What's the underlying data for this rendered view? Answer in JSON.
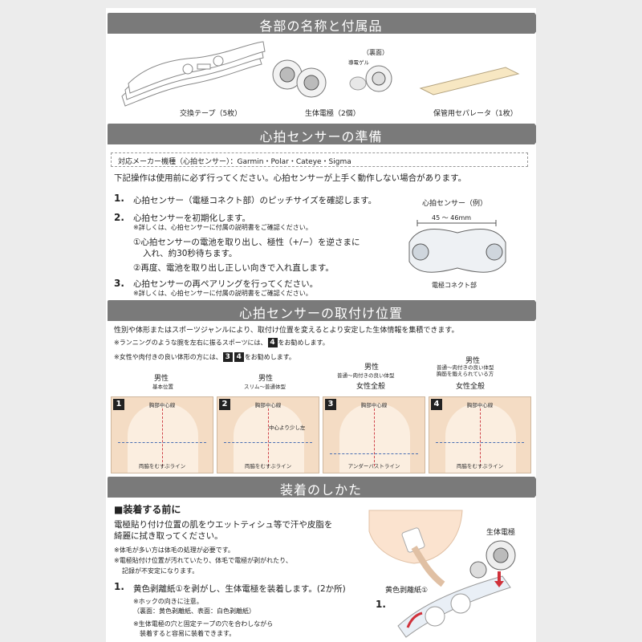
{
  "section1": {
    "title": "各部の名称と付属品",
    "items": [
      {
        "label": "交換テープ（5枚）"
      },
      {
        "label": "生体電極（2個）"
      },
      {
        "label": "保管用セパレータ（1枚）"
      }
    ],
    "back_label": "（裏面）",
    "gel_label": "導電ゲル"
  },
  "section2": {
    "title": "心拍センサーの準備",
    "makers": "対応メーカー機種（心拍センサー）：Garmin・Polar・Cateye・Sigma",
    "intro": "下記操作は使用前に必ず行ってください。心拍センサーが上手く動作しない場合があります。",
    "steps": [
      {
        "num": "1.",
        "text": "心拍センサー（電極コネクト部）のピッチサイズを確認します。"
      },
      {
        "num": "2.",
        "text": "心拍センサーを初期化します。",
        "note": "※詳しくは、心拍センサーに付属の説明書をご確認ください。",
        "sub1a": "①心拍センサーの電池を取り出し、極性（+/−）を逆さまに",
        "sub1b": "入れ、約30秒待ちます。",
        "sub2": "②再度、電池を取り出し正しい向きで入れ直します。"
      },
      {
        "num": "3.",
        "text": "心拍センサーの再ペアリングを行ってください。",
        "note": "※詳しくは、心拍センサーに付属の説明書をご確認ください。"
      }
    ],
    "sensor_title": "心拍センサー（例）",
    "pitch": "45 ～ 46mm",
    "connect_label": "電極コネクト部"
  },
  "section3": {
    "title": "心拍センサーの取付け位置",
    "intro": "性別や体形またはスポーツジャンルにより、取付け位置を変えるとより安定した生体情報を集積できます。",
    "note1_pre": "※ランニングのような腕を左右に振るスポーツには、",
    "note1_badge": "4",
    "note1_post": "をお勧めします。",
    "note2_pre": "※女性や肉付きの良い体形の方には、",
    "note2_badge_a": "3",
    "note2_badge_b": "4",
    "note2_post": "をお勧めします。",
    "panels": [
      {
        "num": "1",
        "head1": "男性",
        "head2": "基本位置",
        "head3": "",
        "top": "胸部中心線",
        "bottom": "両脇をむすぶライン",
        "extra": ""
      },
      {
        "num": "2",
        "head1": "男性",
        "head2": "スリム～普通体型",
        "head3": "",
        "top": "胸部中心線",
        "bottom": "両脇をむすぶライン",
        "extra": "中心より少し左"
      },
      {
        "num": "3",
        "head1": "男性",
        "head2": "普通～肉付きの良い体型",
        "head3": "女性全般",
        "top": "胸部中心線",
        "bottom": "アンダーバストライン",
        "extra": ""
      },
      {
        "num": "4",
        "head1": "男性",
        "head2": "普通～肉付きの良い体型\n胸筋を鍛えられている方",
        "head3": "女性全般",
        "top": "胸部中心線",
        "bottom": "両脇をむすぶライン",
        "extra": ""
      }
    ]
  },
  "section4": {
    "title": "装着のしかた",
    "subhead": "■装着する前に",
    "para1": "電極貼り付け位置の肌をウエットティシュ等で汗や皮脂を",
    "para2": "綺麗に拭き取ってください。",
    "note1": "※体毛が多い方は体毛の処理が必要です。",
    "note2a": "※電極貼付け位置が汚れていたり、体毛で電極が剥がれたり、",
    "note2b": "記録が不安定になります。",
    "step_num": "1.",
    "step_text": "黄色剥離紙①を剥がし、生体電極を装着します。(2か所)",
    "sub_note1": "※ホックの向きに注意。",
    "sub_note2": "（裏面：黄色剥離紙、表面：白色剥離紙）",
    "sub_note3": "※生体電極の穴と固定テープの穴を合わしながら",
    "sub_note4": "装着すると容易に装着できます。",
    "fig_electrode": "生体電極",
    "fig_yellow": "黄色剥離紙①",
    "fig_step": "1."
  }
}
